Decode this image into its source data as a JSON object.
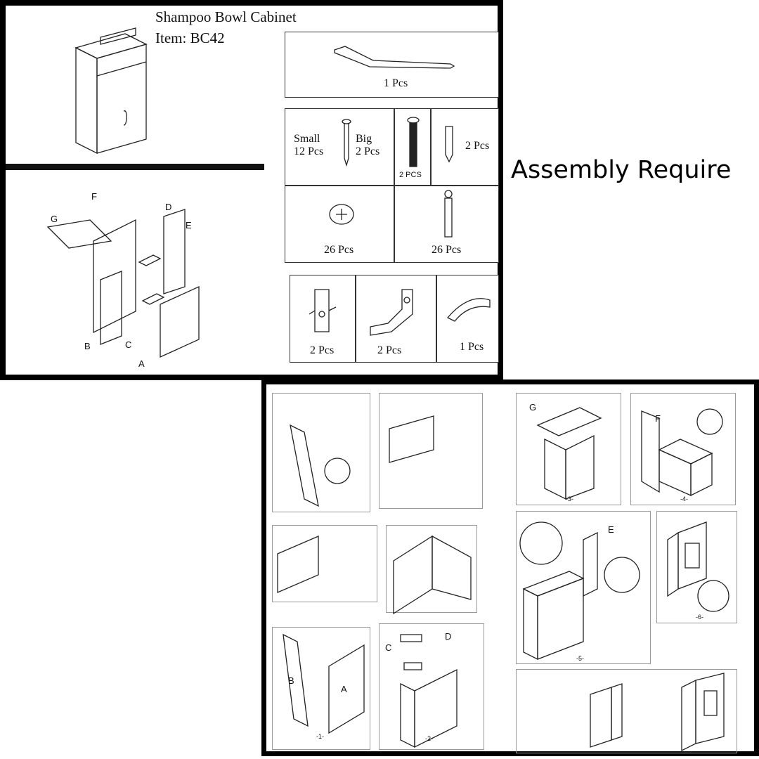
{
  "overlay_title": "Assembly Require",
  "sheet": {
    "title": "Shampoo Bowl Cabinet",
    "item": "Item: BC42"
  },
  "panel_letters": [
    "A",
    "B",
    "C",
    "D",
    "E",
    "F",
    "G"
  ],
  "hardware": {
    "allen_key": {
      "qty": "1 Pcs",
      "icon": "allen-key-icon"
    },
    "screws": {
      "small_label": "Small",
      "small_qty": "12 Pcs",
      "big_label": "Big",
      "big_qty": "2 Pcs",
      "icon": "screw-icon"
    },
    "long_screw": {
      "qty": "2 PCS",
      "icon": "long-screw-icon"
    },
    "anchor": {
      "qty": "2 Pcs",
      "icon": "wall-anchor-icon"
    },
    "cam_lock": {
      "qty": "26 Pcs",
      "icon": "cam-lock-icon"
    },
    "cam_bolt": {
      "qty": "26 Pcs",
      "icon": "cam-bolt-icon"
    },
    "bracket": {
      "qty": "2 Pcs",
      "icon": "bracket-icon"
    },
    "hinge": {
      "qty": "2 Pcs",
      "icon": "hinge-icon"
    },
    "handle": {
      "qty": "1 Pcs",
      "icon": "handle-icon"
    }
  },
  "steps": {
    "labels": [
      "-1-",
      "-2-",
      "-3-",
      "-4-",
      "-5-",
      "-6-"
    ],
    "letters": {
      "s1a": "B",
      "s1b": "A",
      "s2a": "C",
      "s2b": "D",
      "s3": "G",
      "s4": "F",
      "s5": "E"
    }
  }
}
